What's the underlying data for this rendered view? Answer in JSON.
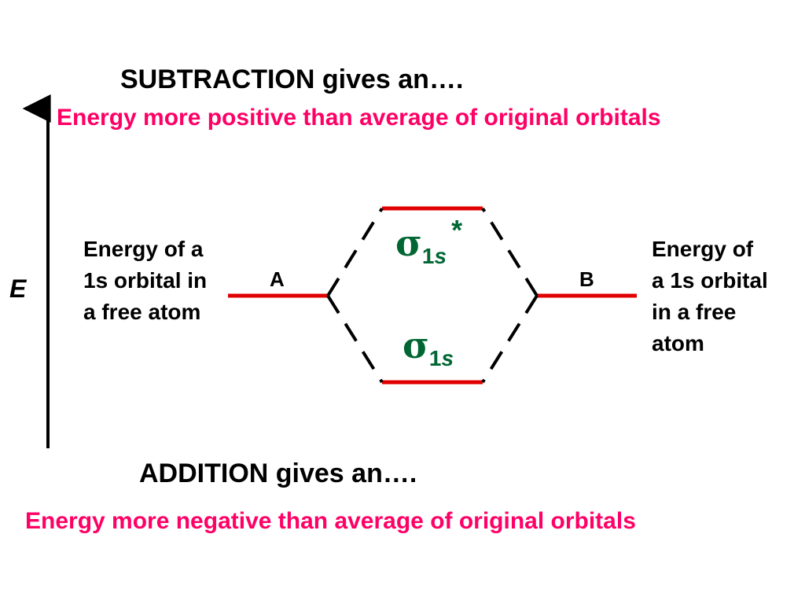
{
  "headings": {
    "subtraction": "SUBTRACTION gives an….",
    "addition": "ADDITION gives an…."
  },
  "notes": {
    "positive": "Energy more positive than average of original orbitals",
    "negative": "Energy more negative than average of original orbitals"
  },
  "axis": {
    "label": "E"
  },
  "atoms": {
    "left": {
      "label": "A",
      "description": [
        "Energy of a",
        "1s orbital in",
        "a free atom"
      ]
    },
    "right": {
      "label": "B",
      "description": [
        "Energy of",
        "a 1s orbital",
        "in a free",
        "atom"
      ]
    }
  },
  "orbitals": {
    "antibonding": {
      "symbol": "σ",
      "subscript_num": "1",
      "subscript_var": "s",
      "star": "*"
    },
    "bonding": {
      "symbol": "σ",
      "subscript_num": "1",
      "subscript_var": "s"
    }
  },
  "colors": {
    "level": "#e00000",
    "pink_text": "#ff0066",
    "sigma_green": "#006633",
    "dashes": "#000000",
    "axis": "#000000"
  }
}
